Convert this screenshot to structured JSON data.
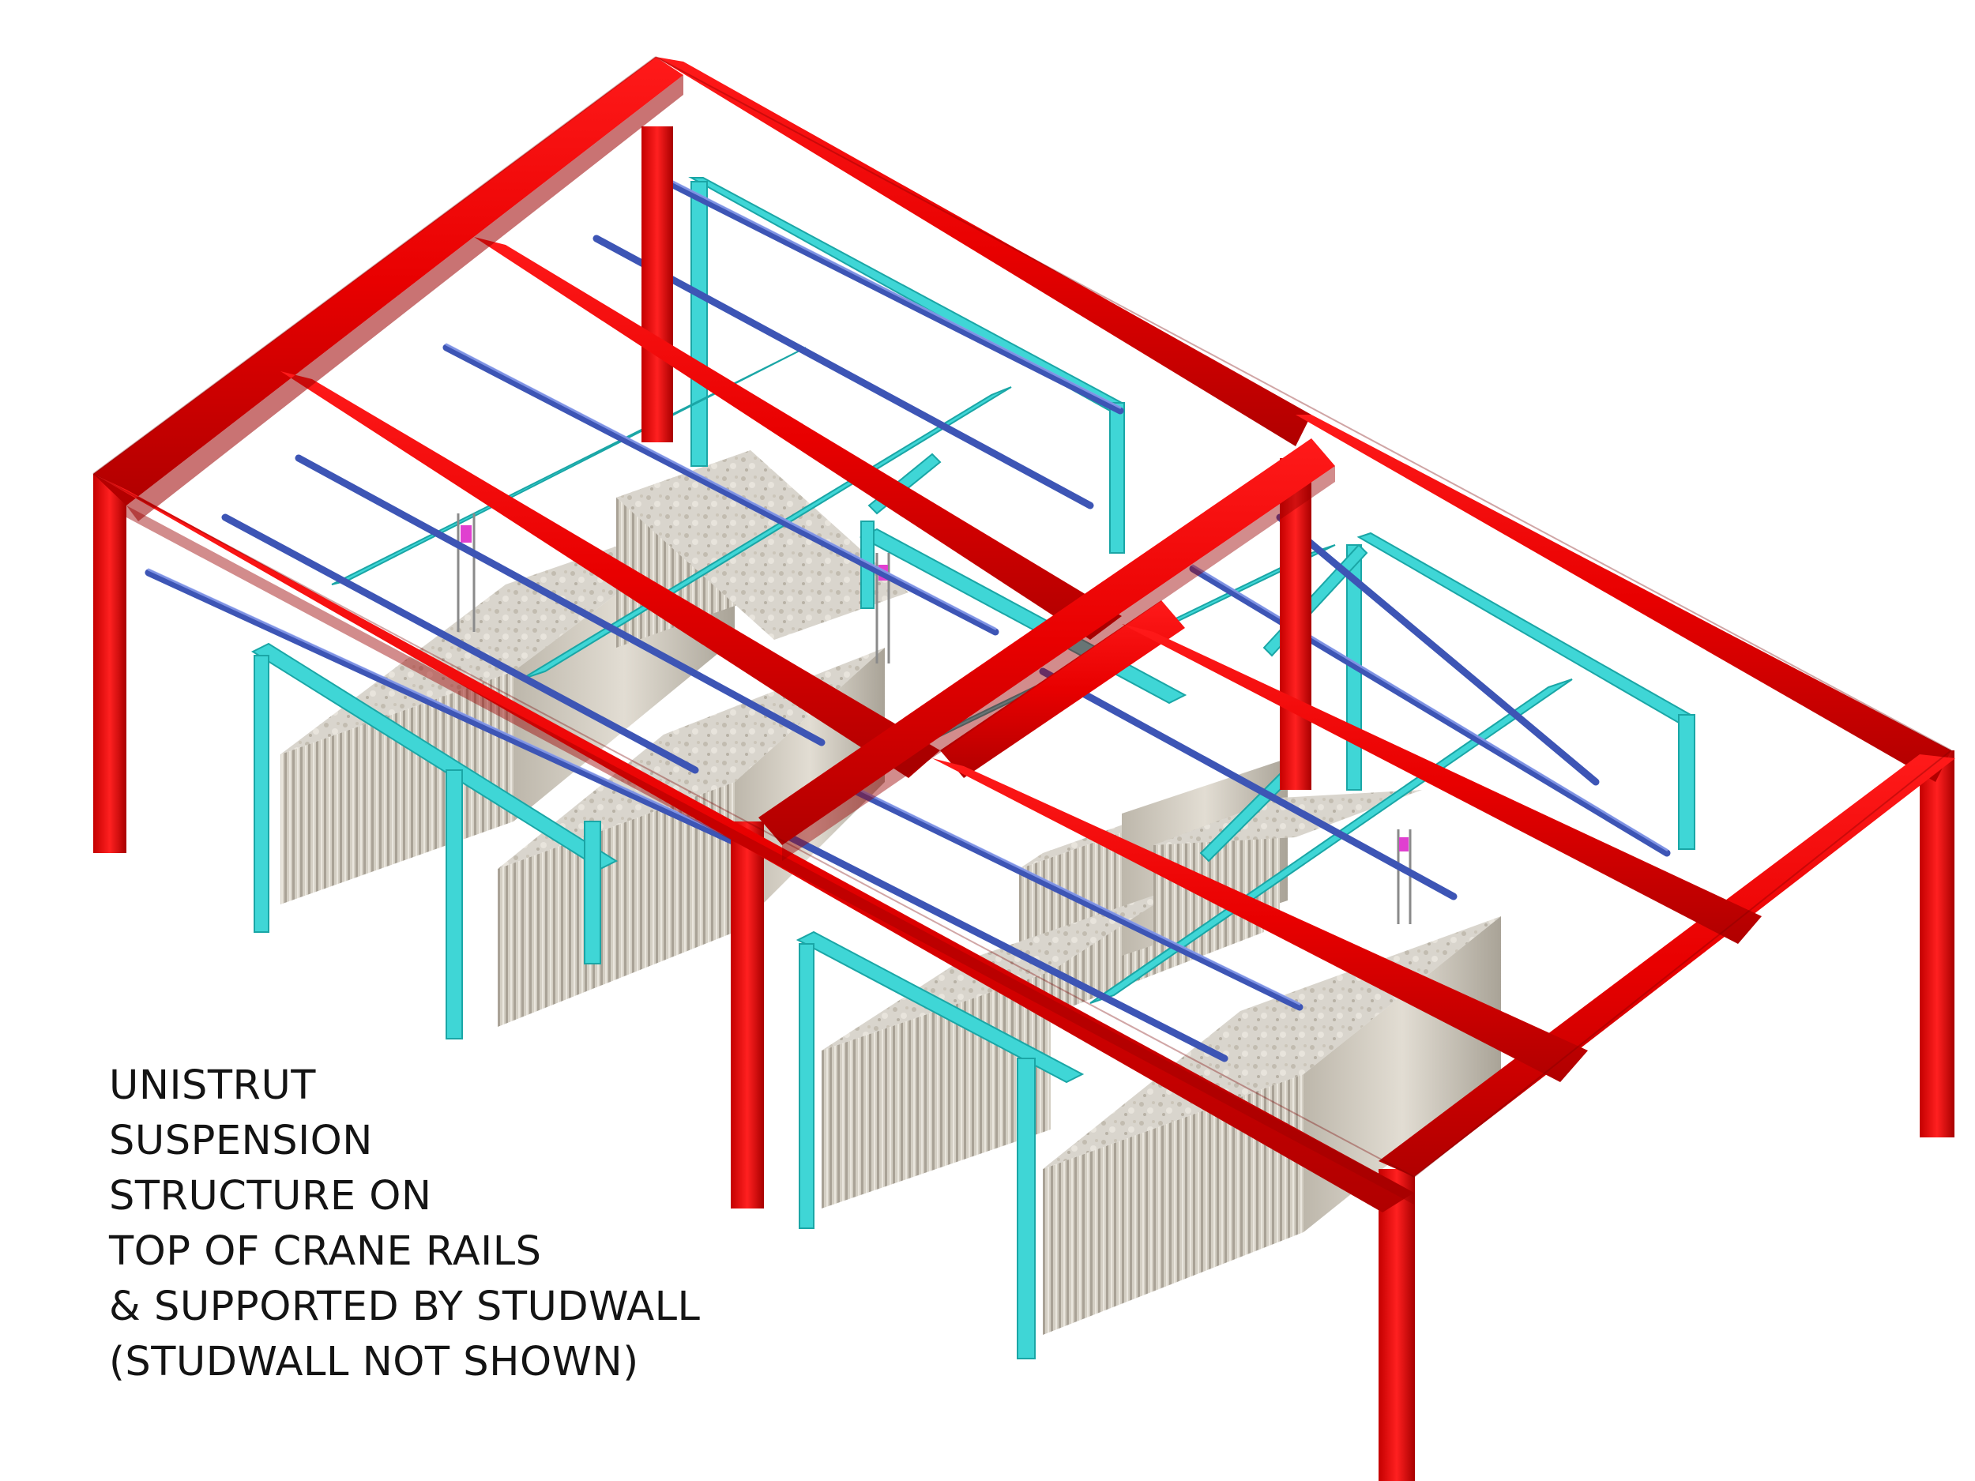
{
  "caption": {
    "lines": [
      "UNISTRUT",
      "SUSPENSION",
      "STRUCTURE ON",
      "TOP OF CRANE RAILS",
      "& SUPPORTED BY STUDWALL",
      "(STUDWALL NOT SHOWN)"
    ]
  },
  "colors": {
    "steel_frame": "#e80000",
    "steel_frame_dark": "#9c0000",
    "unistrut": "#3fd6d6",
    "rails": "#4a62c4",
    "blocks": "#d7d2c8",
    "hangers": "#e040d0"
  },
  "components": [
    "red-steel-frame-icon",
    "cyan-unistrut-frame-icon",
    "blue-rail-icon",
    "concrete-block-icon",
    "chain-hanger-icon"
  ]
}
